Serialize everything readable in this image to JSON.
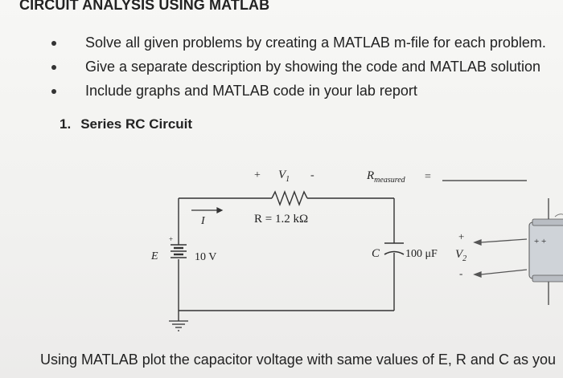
{
  "title": "CIRCUIT ANALYSIS USING MATLAB",
  "bullets": [
    "Solve all given problems by creating a MATLAB m-file for each problem.",
    "Give a separate description by showing the code and MATLAB solution",
    "Include graphs and MATLAB code in your lab report"
  ],
  "section": {
    "number": "1.",
    "title": "Series RC Circuit"
  },
  "circuit": {
    "v1_plus": "+",
    "v1_label": "V",
    "v1_sub": "1",
    "v1_minus": "-",
    "r_measured_label": "R",
    "r_measured_sub": "measured",
    "r_measured_eq": "=",
    "resistor_label": "R = 1.2 kΩ",
    "current_label": "I",
    "source_label": "E",
    "source_plus": "+",
    "source_value": "10 V",
    "cap_label": "C",
    "cap_value": "100 μF",
    "v2_label": "V",
    "v2_sub": "2",
    "v2_plus": "+",
    "v2_minus": "-",
    "probe_plus": "+ +"
  },
  "footer": "Using MATLAB plot the capacitor voltage with same values of E, R and C as you"
}
